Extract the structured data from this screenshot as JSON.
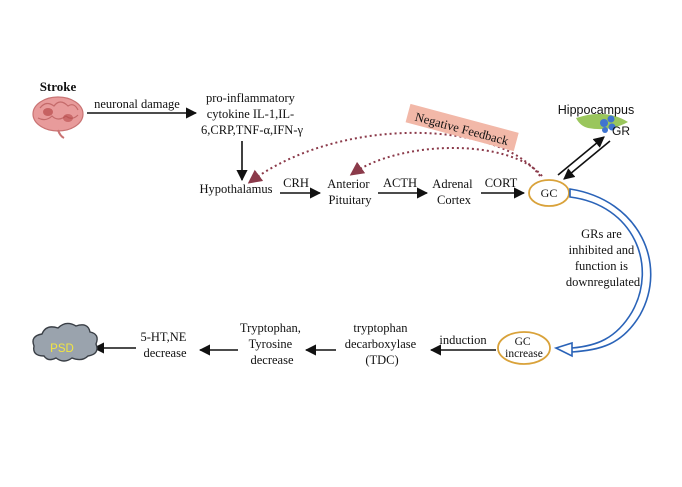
{
  "nodes": {
    "stroke": "Stroke",
    "inflammatory": [
      "pro-inflammatory",
      "cytokine IL-1,IL-",
      "6,CRP,TNF-α,IFN-γ"
    ],
    "hypothalamus": "Hypothalamus",
    "pituitary": [
      "Anterior",
      "Pituitary"
    ],
    "adrenal": [
      "Adrenal",
      "Cortex"
    ],
    "gc": "GC",
    "hippocampus": "Hippocampus",
    "gr": "GR",
    "grs_note": [
      "GRs are",
      "inhibited and",
      "function is",
      "downregulated"
    ],
    "gc_increase": [
      "GC",
      "increase"
    ],
    "tdc": [
      "tryptophan",
      "decarboxylase",
      "(TDC)"
    ],
    "tryptophan": [
      "Tryptophan,",
      "Tyrosine",
      "decrease"
    ],
    "serotonin": [
      "5-HT,NE",
      "decrease"
    ],
    "psd": "PSD"
  },
  "edges": {
    "neuronal_damage": "neuronal damage",
    "crh": "CRH",
    "acth": "ACTH",
    "cort": "CORT",
    "induction": "induction",
    "negative_feedback": "Negative Feedback"
  },
  "colors": {
    "arrow": "#111111",
    "feedback": "#8b3a4a",
    "feedback_banner": "#f2b8a8",
    "gc_circle": "#d9a23a",
    "blue_arrow": "#2a63b8",
    "brain": "#e89b9b",
    "psd_cloud": "#9aa3ad",
    "psd_text": "#f2e640",
    "hippo_leaf": "#8fc04a",
    "hippo_dots": "#3f74d0"
  }
}
